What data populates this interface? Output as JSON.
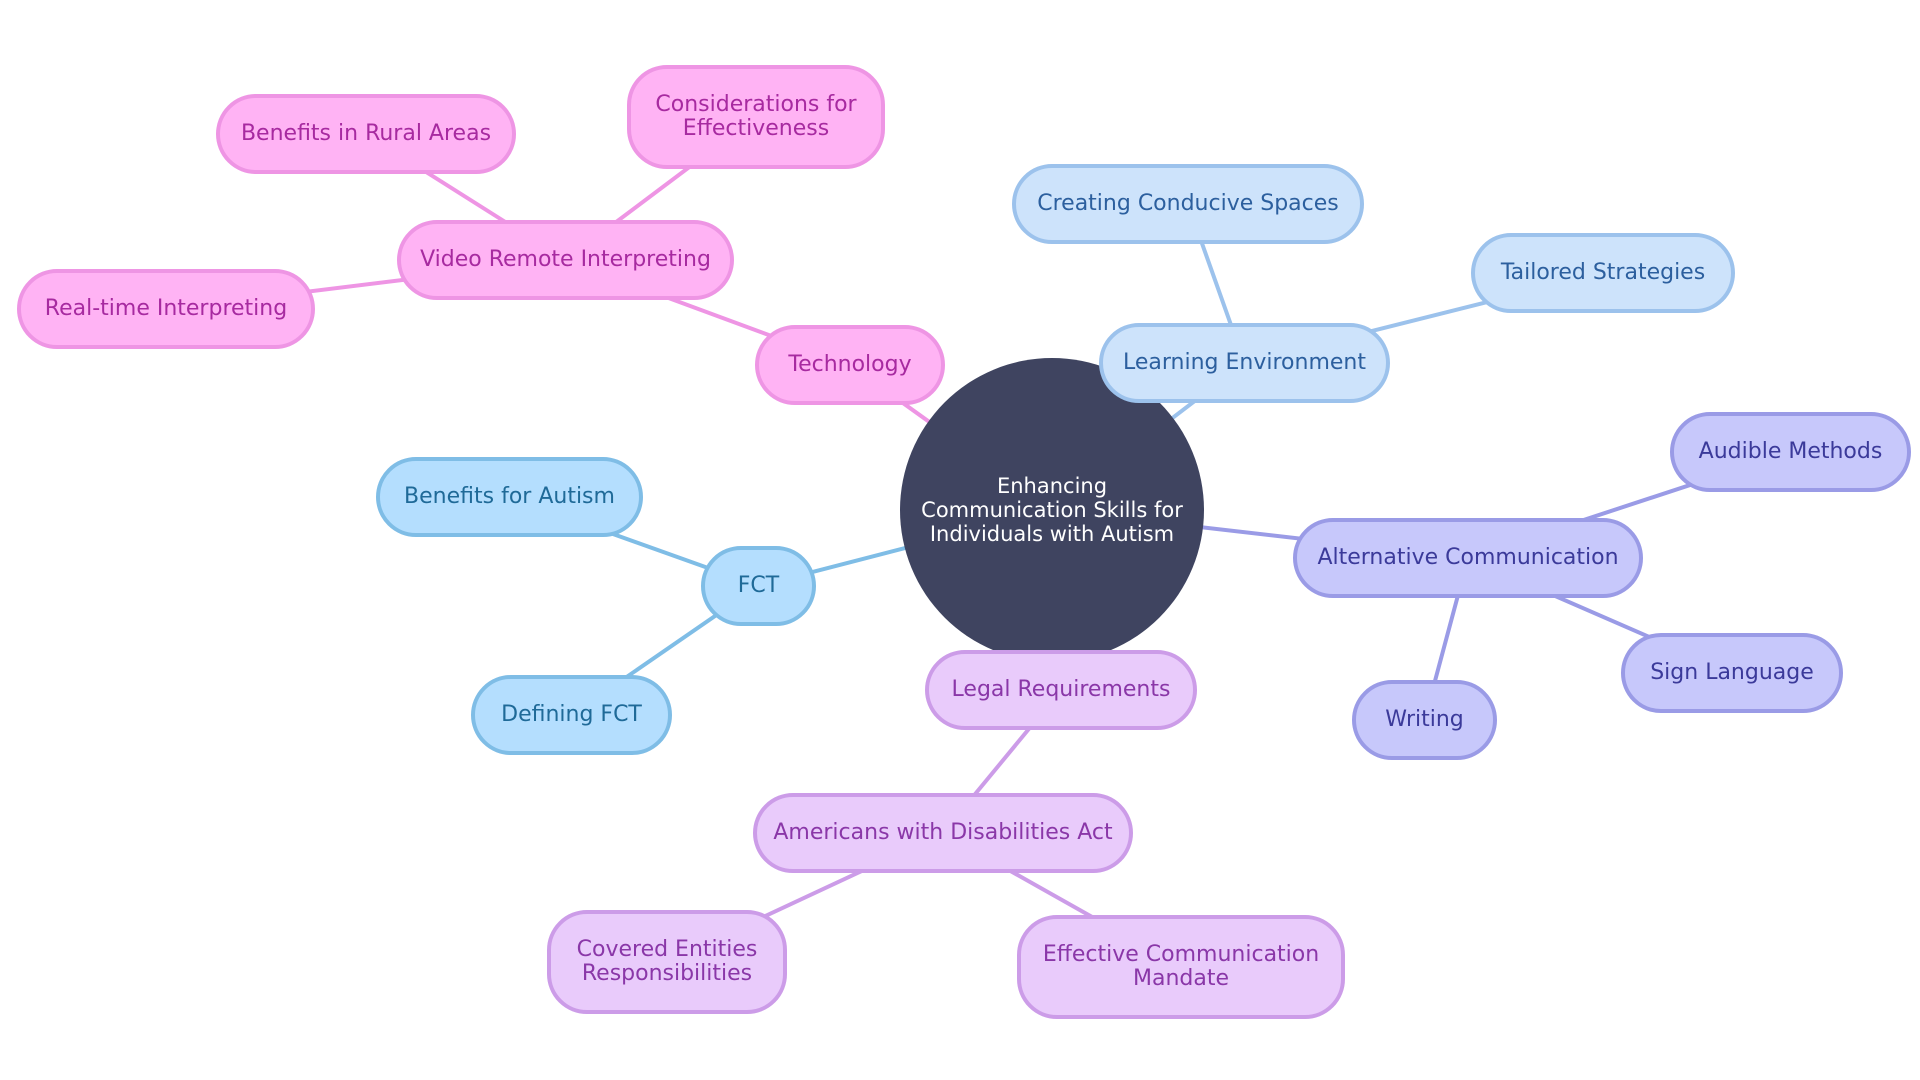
{
  "center": {
    "label": "Enhancing Communication Skills for Individuals with Autism"
  },
  "branches": [
    {
      "key": "technology",
      "label": "Technology",
      "colors": {
        "fill": "#ffb3f4",
        "stroke": "#ee95e4",
        "text": "#a72aa0",
        "line": "#ee95e4"
      },
      "children": [
        {
          "key": "video-remote-interpreting",
          "label": "Video Remote Interpreting",
          "children": [
            {
              "key": "benefits-in-rural-areas",
              "label": "Benefits in Rural Areas"
            },
            {
              "key": "considerations-for-effectiveness",
              "label": "Considerations for Effectiveness"
            },
            {
              "key": "real-time-interpreting",
              "label": "Real-time Interpreting"
            }
          ]
        }
      ]
    },
    {
      "key": "learning-environment",
      "label": "Learning Environment",
      "colors": {
        "fill": "#cde3fb",
        "stroke": "#9cc2ec",
        "text": "#2c5f9e",
        "line": "#9cc2ec"
      },
      "children": [
        {
          "key": "creating-conducive-spaces",
          "label": "Creating Conducive Spaces"
        },
        {
          "key": "tailored-strategies",
          "label": "Tailored Strategies"
        }
      ]
    },
    {
      "key": "alternative-communication",
      "label": "Alternative Communication",
      "colors": {
        "fill": "#c7c8fb",
        "stroke": "#9a9be6",
        "text": "#3b3a9a",
        "line": "#9a9be6"
      },
      "children": [
        {
          "key": "audible-methods",
          "label": "Audible Methods"
        },
        {
          "key": "sign-language",
          "label": "Sign Language"
        },
        {
          "key": "writing",
          "label": "Writing"
        }
      ]
    },
    {
      "key": "fct",
      "label": "FCT",
      "colors": {
        "fill": "#b4defe",
        "stroke": "#7fbde6",
        "text": "#1f6a98",
        "line": "#7fbde6"
      },
      "children": [
        {
          "key": "benefits-for-autism",
          "label": "Benefits for Autism"
        },
        {
          "key": "defining-fct",
          "label": "Defining FCT"
        }
      ]
    },
    {
      "key": "legal-requirements",
      "label": "Legal Requirements",
      "colors": {
        "fill": "#e9cbfb",
        "stroke": "#cc9ce8",
        "text": "#8a37a8",
        "line": "#cc9ce8"
      },
      "children": [
        {
          "key": "americans-with-disabilities-act",
          "label": "Americans with Disabilities Act",
          "children": [
            {
              "key": "covered-entities-responsibilities",
              "label": "Covered Entities Responsibilities"
            },
            {
              "key": "effective-communication-mandate",
              "label": "Effective Communication Mandate"
            }
          ]
        }
      ]
    }
  ]
}
